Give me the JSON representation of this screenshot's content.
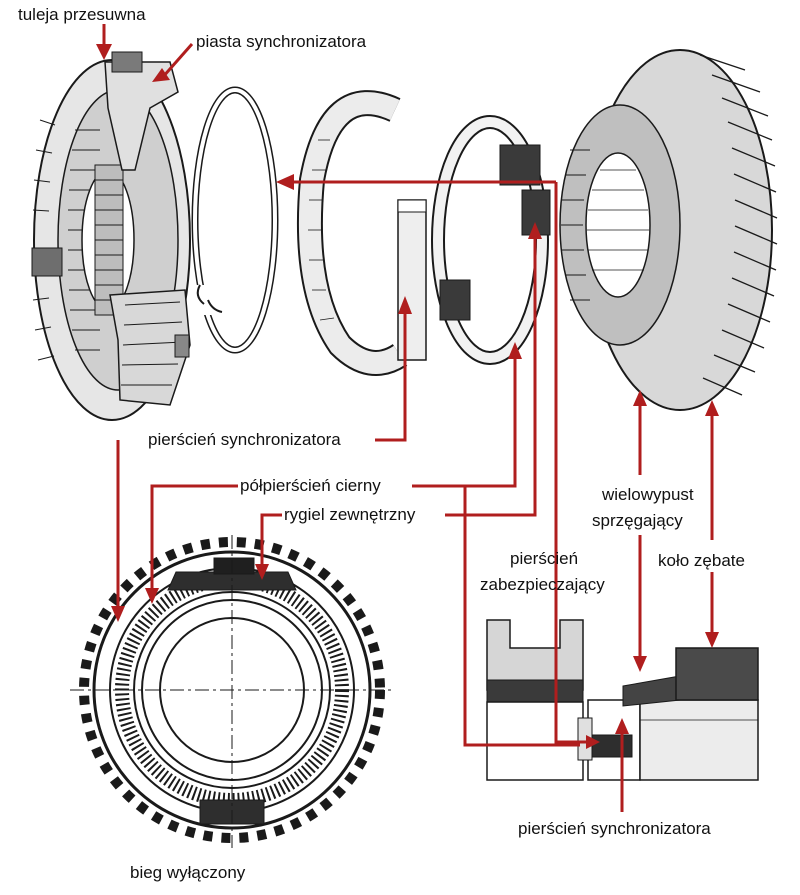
{
  "labels": {
    "tuleja_przesuwna": "tuleja przesuwna",
    "piasta_synchronizatora": "piasta synchronizatora",
    "pierscien_synchronizatora": "pierścień synchronizatora",
    "polpierscien_cierny": "półpierścień cierny",
    "rygiel_zewnetrzny": "rygiel zewnętrzny",
    "wielowypust_line1": "wielowypust",
    "wielowypust_line2": "sprzęgający",
    "kolo_zebate": "koło zębate",
    "pierscien_zabezp_line1": "pierścień",
    "pierscien_zabezp_line2": "zabezpieczający",
    "pierscien_synchronizatora_bottom": "pierścień synchronizatora",
    "bieg_wylaczony": "bieg wyłączony"
  },
  "colors": {
    "leader": "#b01e1e",
    "ink": "#1a1a1a",
    "fill_dark": "#3a3a3a",
    "fill_mid": "#8c8c8c",
    "fill_light": "#d4d4d4"
  }
}
